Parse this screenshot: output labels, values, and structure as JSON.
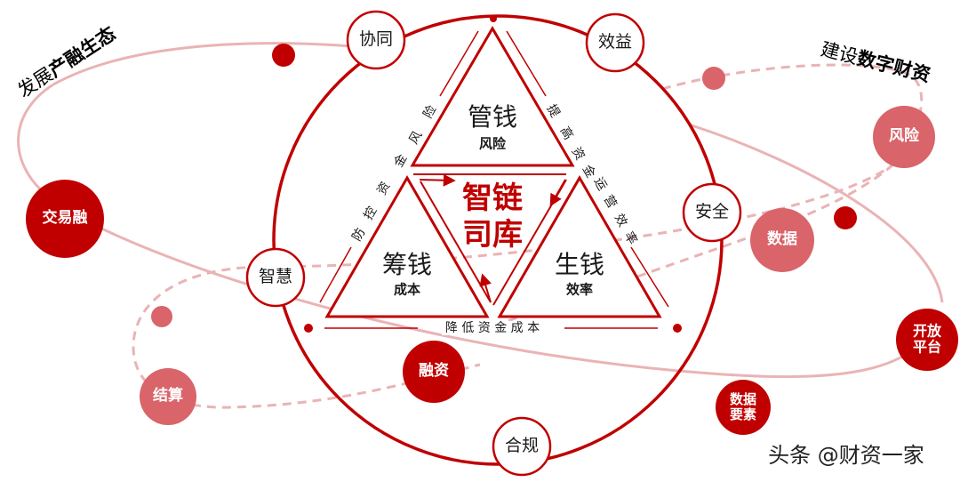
{
  "colors": {
    "primary": "#c00000",
    "light": "#d9646a",
    "orbit": "#eab3b5",
    "text": "#1a1a1a",
    "white": "#ffffff"
  },
  "orbit_labels": {
    "left": {
      "normal": "发展",
      "bold": "产融生态"
    },
    "right": {
      "normal": "建设",
      "bold": "数字财资"
    }
  },
  "center": {
    "line1": "智链",
    "line2": "司库"
  },
  "triangles": {
    "top": {
      "title": "管钱",
      "sub": "风险"
    },
    "left": {
      "title": "筹钱",
      "sub": "成本"
    },
    "right": {
      "title": "生钱",
      "sub": "效率"
    }
  },
  "edge_labels": {
    "left": [
      "防",
      "控",
      "资",
      "金",
      "风",
      "险"
    ],
    "right": [
      "提",
      "高",
      "资",
      "金",
      "运",
      "营",
      "效",
      "率"
    ],
    "bottom": "降 低 资 金 成 本"
  },
  "ring_nodes": [
    "协同",
    "效益",
    "安全",
    "合规",
    "智慧"
  ],
  "orbit_nodes": {
    "solid": [
      "交易融",
      "融资",
      "开放\n平台",
      "数据\n要素"
    ],
    "light": [
      "风险",
      "数据",
      "结算"
    ]
  },
  "watermark": "头条 @财资一家"
}
